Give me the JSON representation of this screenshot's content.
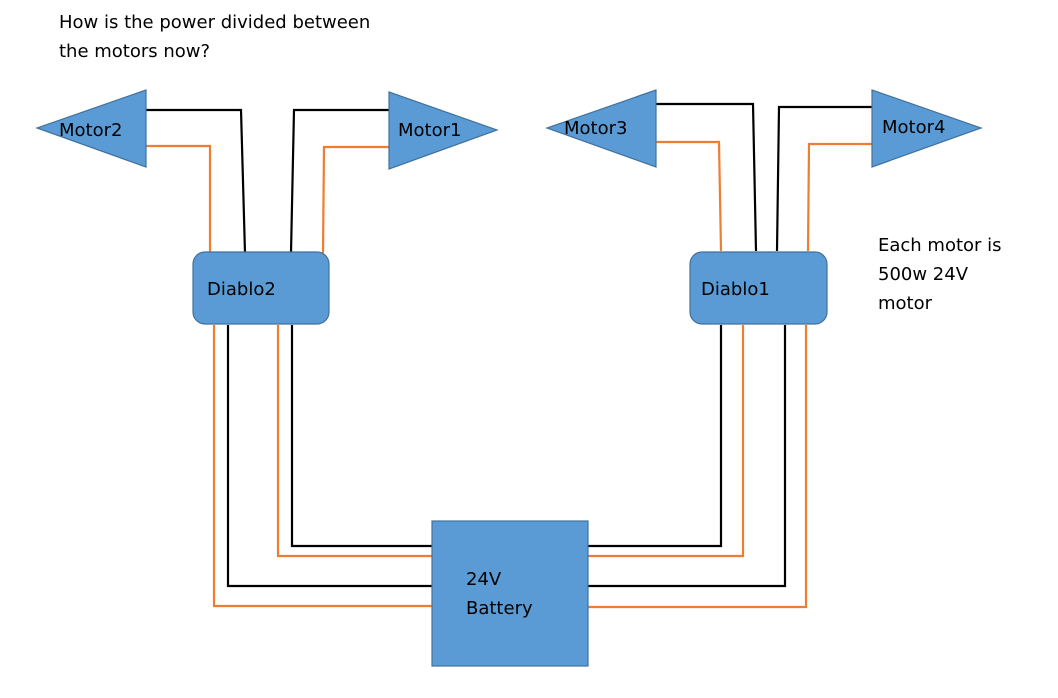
{
  "question": "How is the power divided between the motors now?",
  "spec_note": "Each motor is 500w 24V motor",
  "colors": {
    "shape_fill": "#5B9BD5",
    "shape_stroke": "#41719C",
    "positive_wire": "#ED7D31",
    "negative_wire": "#000000"
  },
  "motors": [
    {
      "id": "motor2",
      "label": "Motor2",
      "direction": "left"
    },
    {
      "id": "motor1",
      "label": "Motor1",
      "direction": "right"
    },
    {
      "id": "motor3",
      "label": "Motor3",
      "direction": "left"
    },
    {
      "id": "motor4",
      "label": "Motor4",
      "direction": "right"
    }
  ],
  "controllers": [
    {
      "id": "diablo2",
      "label": "Diablo2",
      "drives": [
        "Motor2",
        "Motor1"
      ]
    },
    {
      "id": "diablo1",
      "label": "Diablo1",
      "drives": [
        "Motor3",
        "Motor4"
      ]
    }
  ],
  "battery": {
    "label_line1": "24V",
    "label_line2": "Battery"
  }
}
